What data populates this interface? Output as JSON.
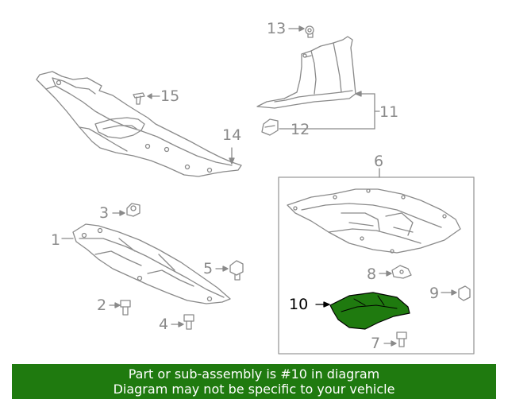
{
  "callouts": {
    "c1": "1",
    "c2": "2",
    "c3": "3",
    "c4": "4",
    "c5": "5",
    "c6": "6",
    "c7": "7",
    "c8": "8",
    "c9": "9",
    "c10": "10",
    "c11": "11",
    "c12": "12",
    "c13": "13",
    "c14": "14",
    "c15": "15"
  },
  "highlight_color": "#1f7a0f",
  "banner": {
    "line1": "Part or sub-assembly is #10 in diagram",
    "line2": "Diagram may not be specific to your vehicle"
  }
}
